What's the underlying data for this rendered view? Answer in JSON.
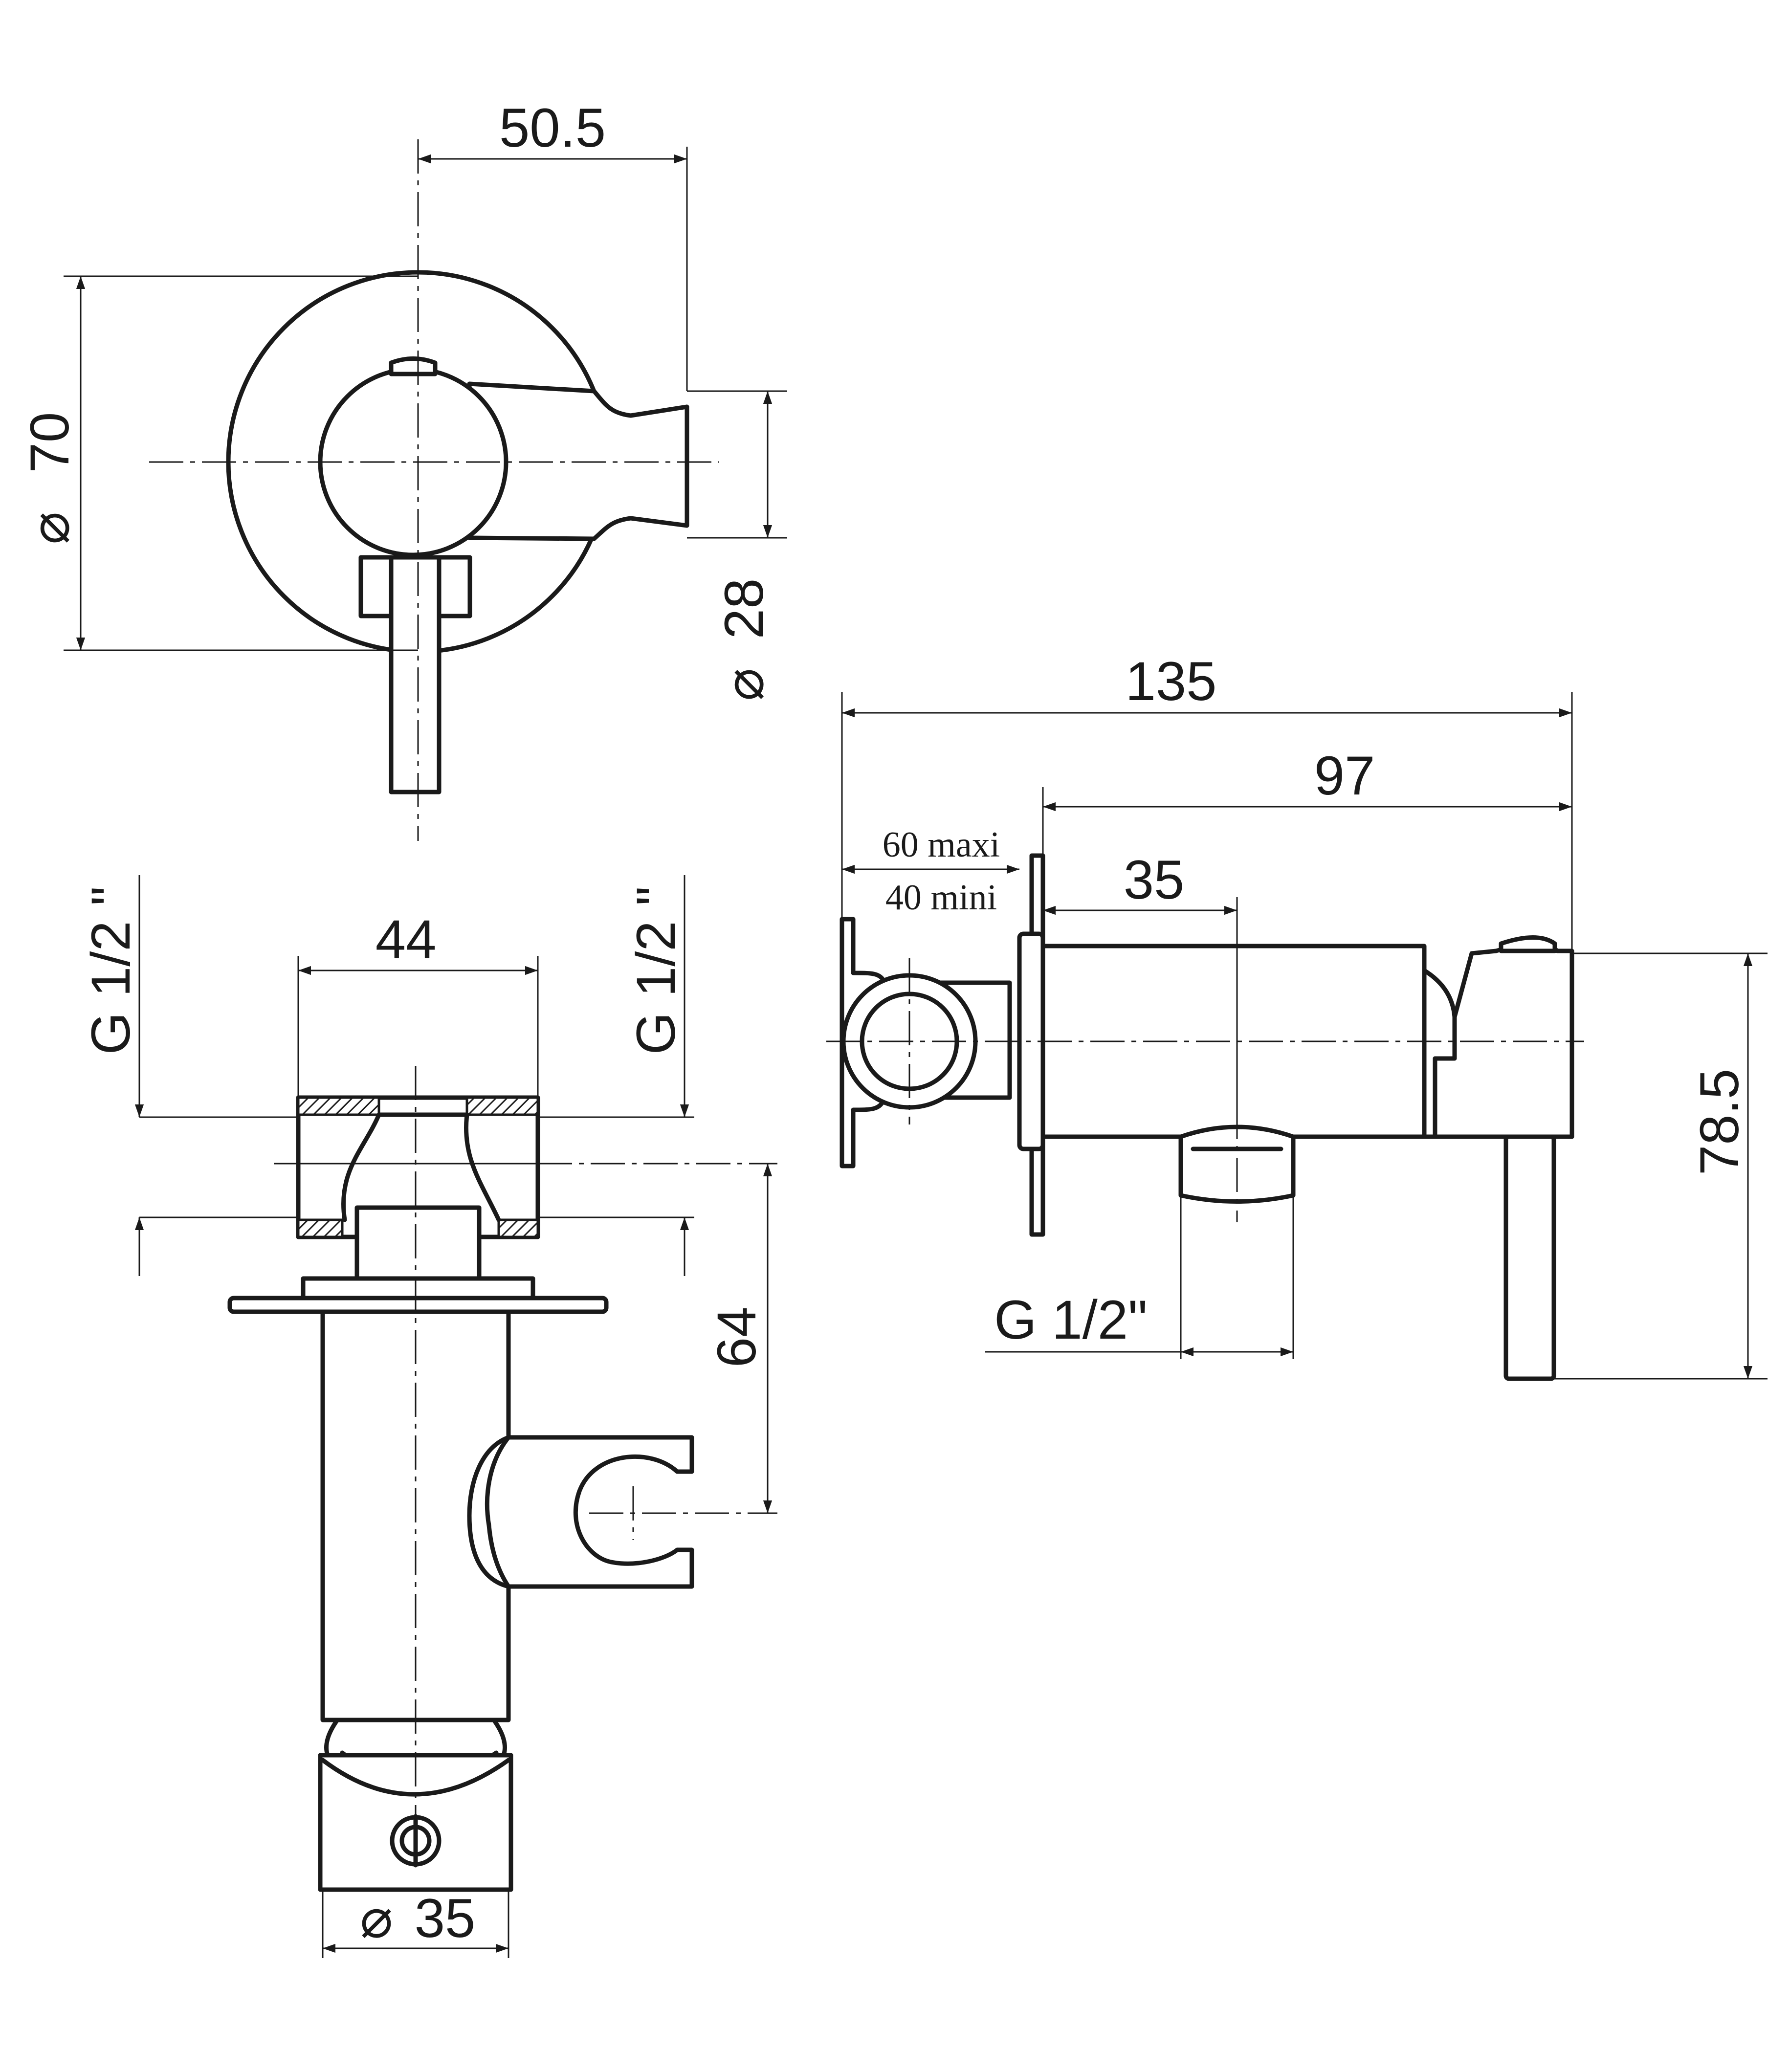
{
  "dimensions": {
    "top_width": "50.5",
    "top_diameter": "70",
    "top_lever_diameter": "28",
    "front_width": "44",
    "front_thread_left": "G 1/2 \"",
    "front_thread_right": "G 1/2 \"",
    "front_height": "64",
    "front_body_diameter": "35",
    "side_total": "135",
    "side_length": "97",
    "side_wall_max": "60 maxi",
    "side_wall_min": "40 mini",
    "side_outlet": "35",
    "side_height": "78.5",
    "side_thread": "G 1/2\""
  },
  "symbols": {
    "diameter": "⌀"
  },
  "colors": {
    "line": "#1a1a1a",
    "background": "#ffffff"
  }
}
